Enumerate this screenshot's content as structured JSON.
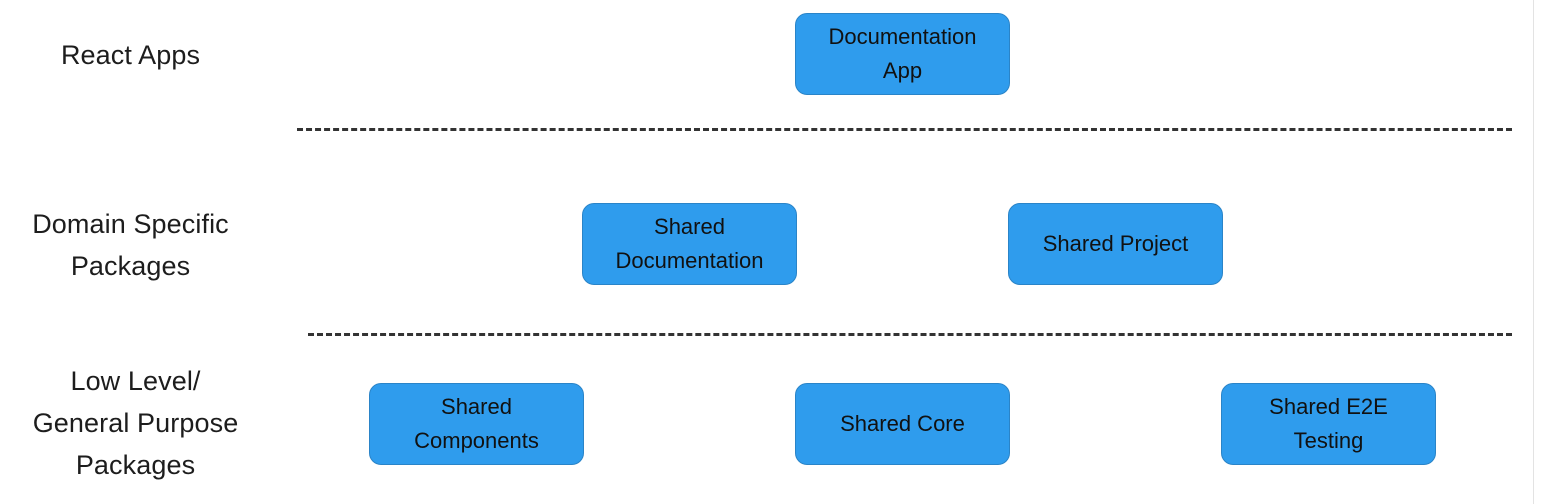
{
  "diagram": {
    "title": "React Apps / Domain Specific Packages / Low Level General Purpose Packages layering diagram",
    "accent_color": "#2f9ced",
    "accent_border_color": "#2a84c8",
    "divider_color": "#333333",
    "label_color": "#1d1d1d",
    "background_color": "#ffffff",
    "tiers": [
      {
        "label": "React Apps",
        "nodes": [
          {
            "label": "Documentation\nApp"
          }
        ]
      },
      {
        "label": "Domain Specific\nPackages",
        "nodes": [
          {
            "label": "Shared\nDocumentation"
          },
          {
            "label": "Shared Project"
          }
        ]
      },
      {
        "label": "Low Level/\nGeneral Purpose\nPackages",
        "nodes": [
          {
            "label": "Shared\nComponents"
          },
          {
            "label": "Shared Core"
          },
          {
            "label": "Shared E2E\nTesting"
          }
        ]
      }
    ],
    "dividers": [
      {
        "name": "divider-apps-domain"
      },
      {
        "name": "divider-domain-lowlevel"
      }
    ]
  }
}
